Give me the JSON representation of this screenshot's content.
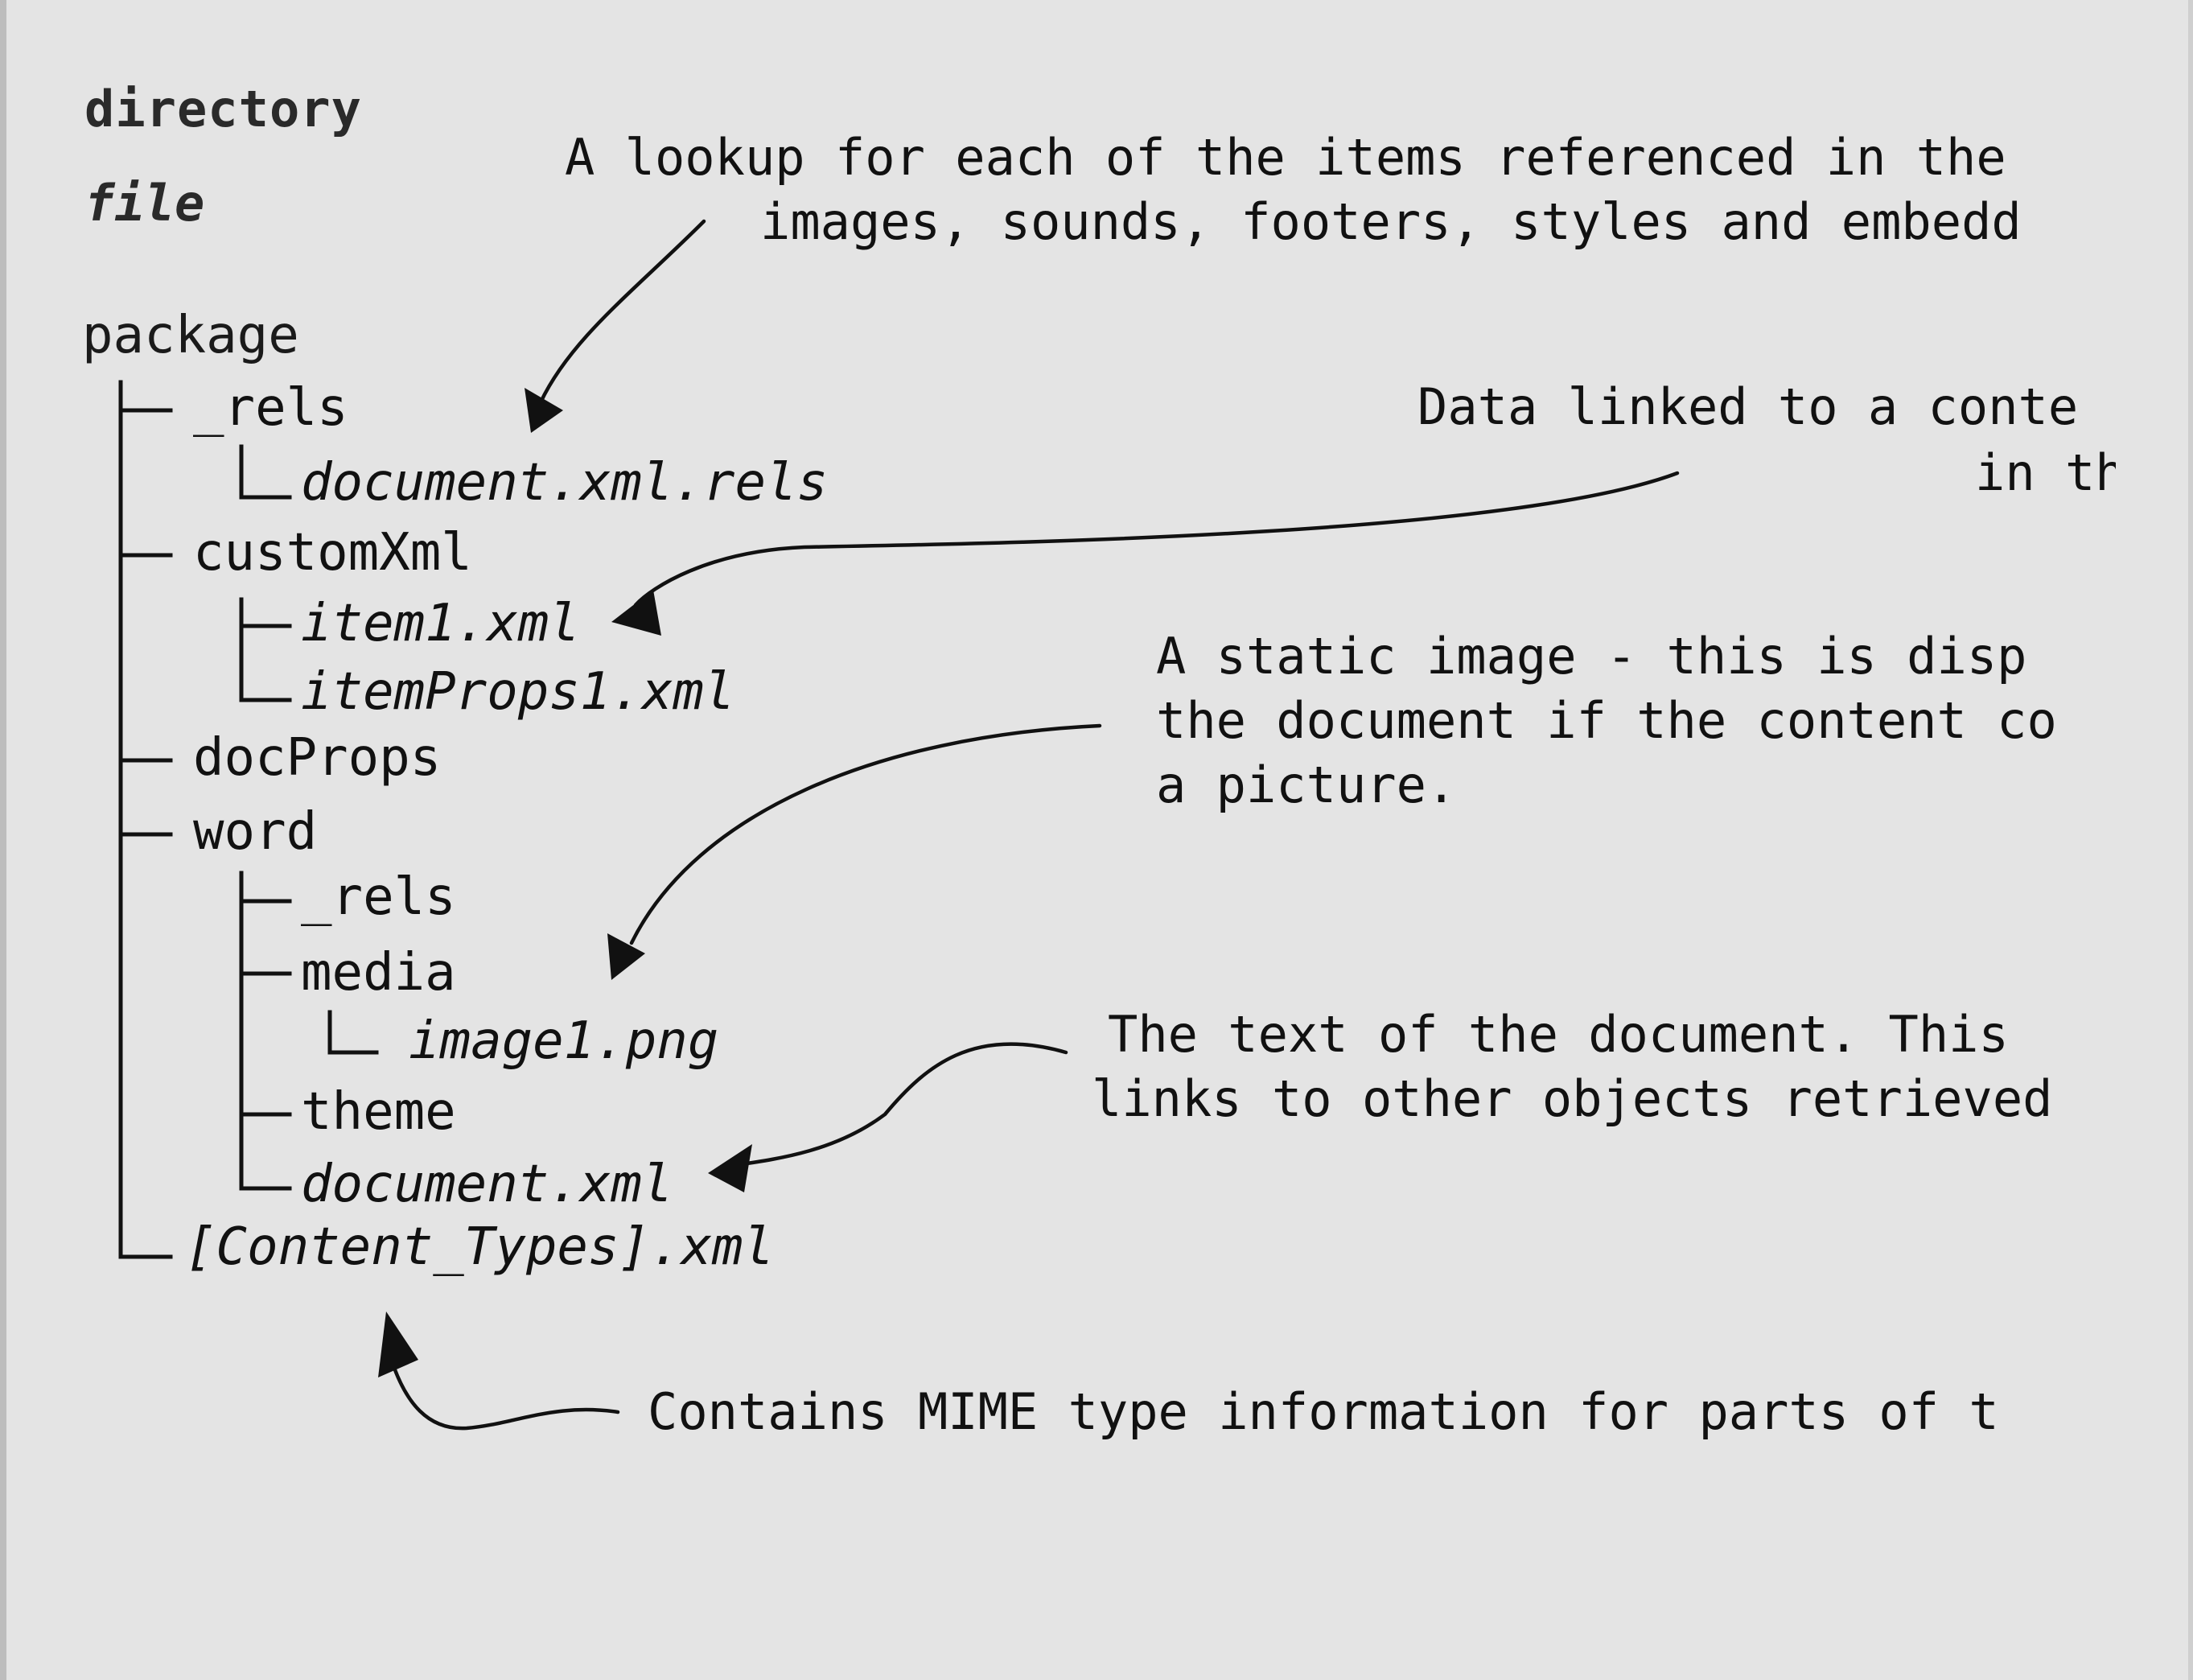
{
  "legend": {
    "directory": "directory",
    "file": "file"
  },
  "tree": {
    "root": "package",
    "rels": "_rels",
    "document_xml_rels": "document.xml.rels",
    "customXml": "customXml",
    "item1_xml": "item1.xml",
    "itemProps1_xml": "itemProps1.xml",
    "docProps": "docProps",
    "word": "word",
    "word_rels": "_rels",
    "media": "media",
    "image1_png": "image1.png",
    "theme": "theme",
    "document_xml": "document.xml",
    "content_types": "[Content_Types].xml"
  },
  "annotations": {
    "rels_line1": "A lookup for each of the items referenced in the",
    "rels_line2": "images, sounds, footers, styles and embedd",
    "custom_line1": "Data linked to a conte",
    "custom_line2": "in th",
    "image_line1": "A static image - this is disp",
    "image_line2": "the document if the content co",
    "image_line3": "a picture.",
    "document_line1": "The text of the document. This",
    "document_line2": "links to other objects retrieved",
    "content_types_line1": "Contains MIME type information for parts of t"
  },
  "colors": {
    "background": "#e4e4e4",
    "ink": "#111111"
  }
}
